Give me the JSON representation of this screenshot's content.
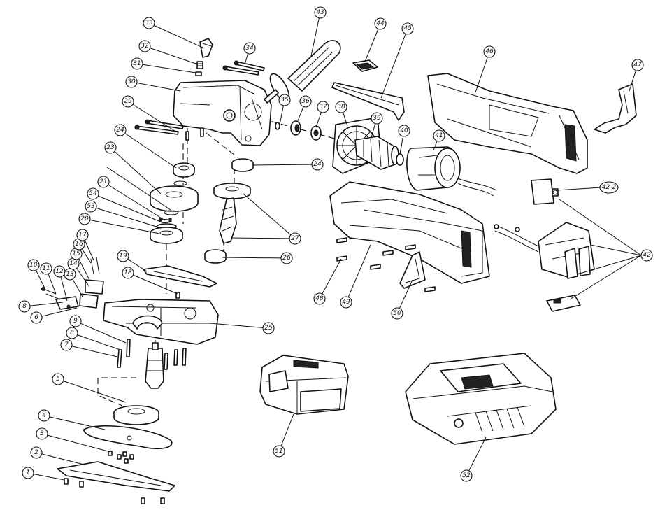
{
  "diagram": {
    "type": "exploded-parts-diagram",
    "background": "#ffffff",
    "line_color": "#111111",
    "callouts": [
      "1",
      "2",
      "3",
      "4",
      "5",
      "6",
      "7",
      "8",
      "8",
      "9",
      "10",
      "11",
      "12",
      "13",
      "14",
      "15",
      "16",
      "17",
      "18",
      "19",
      "20",
      "21",
      "23",
      "24",
      "24",
      "25",
      "26",
      "27",
      "29",
      "30",
      "31",
      "32",
      "33",
      "34",
      "35",
      "36",
      "37",
      "38",
      "39",
      "40",
      "41",
      "42",
      "42-2",
      "43",
      "44",
      "45",
      "46",
      "47",
      "48",
      "49",
      "50",
      "51",
      "52",
      "53",
      "54"
    ]
  }
}
